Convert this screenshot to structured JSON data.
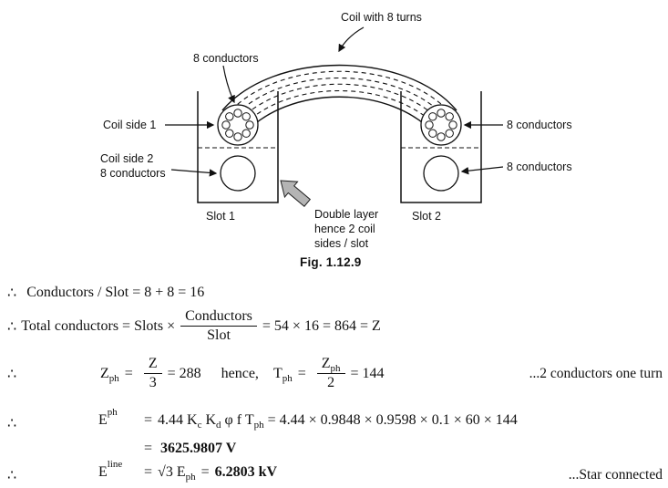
{
  "figure": {
    "arrow_fill": "#b4b4b4",
    "coil_label": "Coil with 8 turns",
    "conductors_top": "8 conductors",
    "coil_side_1": "Coil side 1",
    "coil_side_2_line1": "Coil side 2",
    "coil_side_2_line2": "8 conductors",
    "conductors_right_top": "8 conductors",
    "conductors_right_bottom": "8 conductors",
    "slot1": "Slot 1",
    "slot2": "Slot 2",
    "double_layer_1": "Double layer",
    "double_layer_2": "hence 2 coil",
    "double_layer_3": "sides / slot",
    "caption": "Fig. 1.12.9"
  },
  "math": {
    "therefore": "∴",
    "line1": "Conductors / Slot = 8 + 8 = 16",
    "line2_pre": "Total conductors = Slots ×",
    "line2_num": "Conductors",
    "line2_den": "Slot",
    "line2_post": "= 54 × 16 = 864 = Z",
    "line3_lhs_base": "Z",
    "line3_lhs_sub": "ph",
    "eq": "=",
    "line3_f1_num": "Z",
    "line3_f1_den": "3",
    "line3_mid": "= 288",
    "line3_hence": "hence,",
    "line3_t_base": "T",
    "line3_t_sub": "ph",
    "line3_f2_num_base": "Z",
    "line3_f2_num_sub": "ph",
    "line3_f2_den": "2",
    "line3_end": "= 144",
    "line3_note": "...2 conductors one turn",
    "line4_lhs_base": "E",
    "line4_lhs_sub": "ph",
    "line4_t1": "4.44 K",
    "line4_s1": "c",
    "line4_t2": " K",
    "line4_s2": "d",
    "line4_t3": " φ f T",
    "line4_s3": "ph",
    "line4_t4": " = 4.44 × 0.9848 × 0.9598 × 0.1 × 60 × 144",
    "line5_value": "3625.9807 V",
    "line6_lhs_base": "E",
    "line6_lhs_sub": "line",
    "line6_t1": "√3 E",
    "line6_s1": "ph",
    "line6_value": "6.2803 kV",
    "line6_note": "...Star connected"
  }
}
